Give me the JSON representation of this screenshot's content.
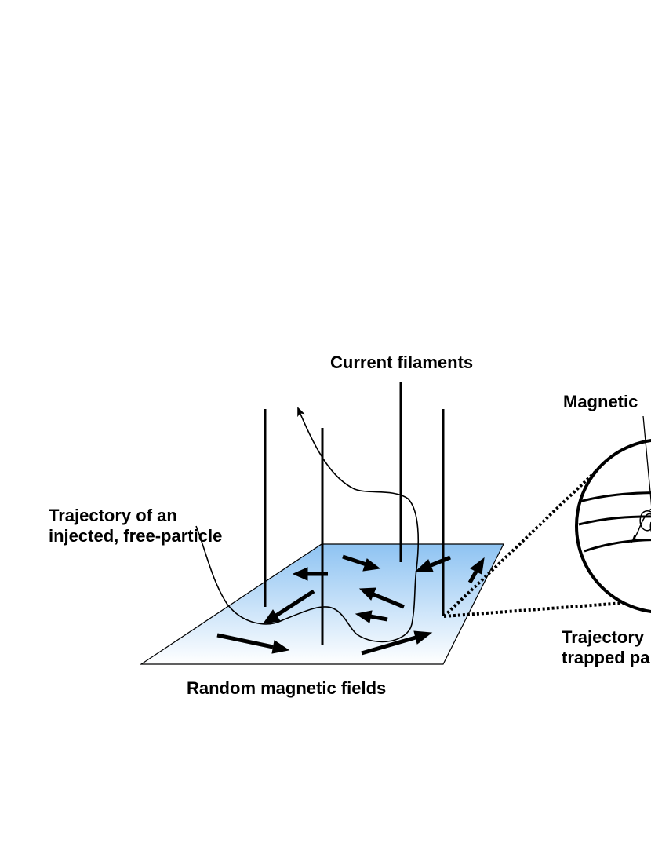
{
  "labels": {
    "current_filaments": "Current filaments",
    "magnetic_partial": "Magnetic",
    "trajectory_free_line1": "Trajectory of an",
    "trajectory_free_line2": "injected, free-particle",
    "trajectory_trapped_line1": "Trajectory",
    "trajectory_trapped_line2": "trapped pa",
    "random_fields": "Random magnetic fields"
  },
  "colors": {
    "plane_top": "#8ec3f2",
    "plane_bottom": "#ffffff",
    "ink": "#000000"
  }
}
